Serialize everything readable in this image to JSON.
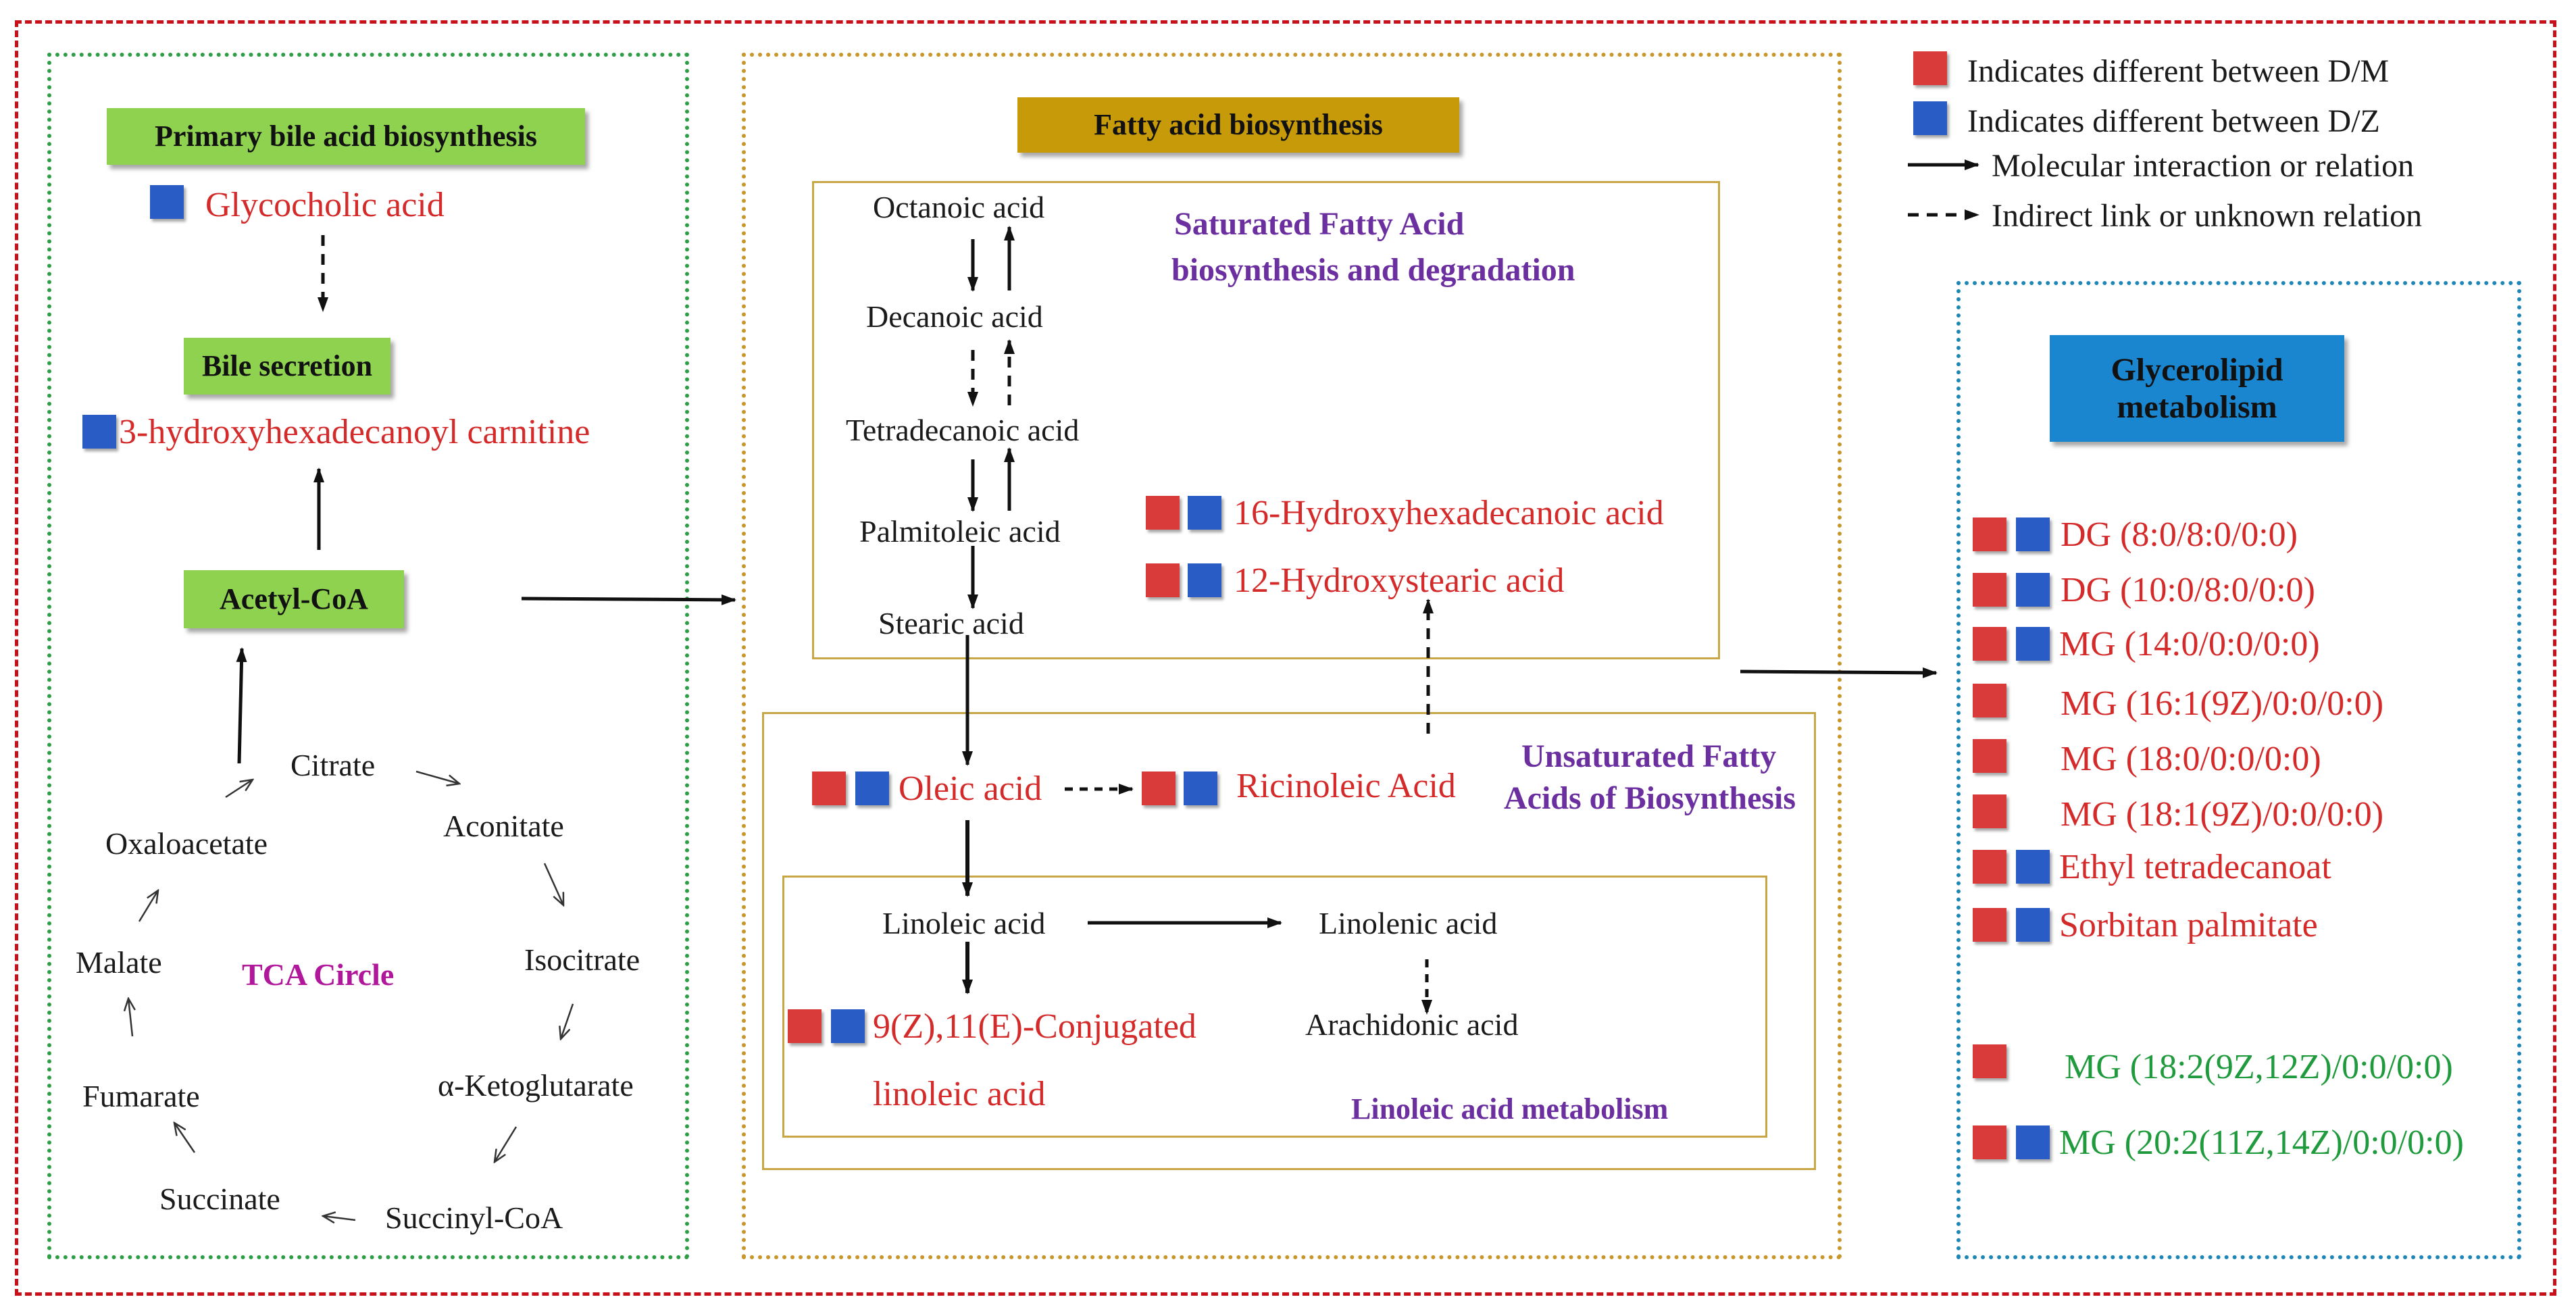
{
  "legend": {
    "red_marker": "Indicates different between D/M",
    "blue_marker": "Indicates different between D/Z",
    "solid_arrow": "Molecular interaction or relation",
    "dashed_arrow": "Indirect link or unknown relation"
  },
  "left_panel": {
    "primary_bile_header": "Primary bile acid biosynthesis",
    "glycocholic_acid": "Glycocholic acid",
    "bile_secretion_header": "Bile secretion",
    "hydroxyhexadecanoyl_carnitine": "3-hydroxyhexadecanoyl carnitine",
    "acetyl_coa": "Acetyl-CoA",
    "tca": {
      "title": "TCA Circle",
      "citrate": "Citrate",
      "aconitate": "Aconitate",
      "isocitrate": "Isocitrate",
      "ketoglutarate": "α-Ketoglutarate",
      "succinyl_coa": "Succinyl-CoA",
      "succinate": "Succinate",
      "fumarate": "Fumarate",
      "malate": "Malate",
      "oxaloacetate": "Oxaloacetate"
    }
  },
  "middle_panel": {
    "fatty_acid_header": "Fatty acid biosynthesis",
    "saturated_title_1": "Saturated Fatty Acid",
    "saturated_title_2": "biosynthesis and degradation",
    "octanoic": "Octanoic acid",
    "decanoic": "Decanoic acid",
    "tetradecanoic": "Tetradecanoic acid",
    "palmitoleic": "Palmitoleic acid",
    "stearic": "Stearic acid",
    "hydroxyhexadecanoic": "16-Hydroxyhexadecanoic acid",
    "hydroxystearic": "12-Hydroxystearic acid",
    "unsaturated_title_1": "Unsaturated Fatty",
    "unsaturated_title_2": "Acids of Biosynthesis",
    "oleic": "Oleic acid",
    "ricinoleic": "Ricinoleic Acid",
    "linoleic": "Linoleic acid",
    "linolenic": "Linolenic acid",
    "arachidonic": "Arachidonic acid",
    "conjugated_1": "9(Z),11(E)-Conjugated",
    "conjugated_2": "linoleic acid",
    "linoleic_metabolism": "Linoleic acid metabolism"
  },
  "right_panel": {
    "header_1": "Glycerolipid",
    "header_2": "metabolism",
    "items": [
      "DG (8:0/8:0/0:0)",
      "DG (10:0/8:0/0:0)",
      "MG (14:0/0:0/0:0)",
      "MG (16:1(9Z)/0:0/0:0)",
      "MG (18:0/0:0/0:0)",
      "MG (18:1(9Z)/0:0/0:0)",
      "Ethyl tetradecanoat",
      "Sorbitan palmitate",
      "MG (18:2(9Z,12Z)/0:0/0:0)",
      "MG (20:2(11Z,14Z)/0:0/0:0)"
    ]
  },
  "colors": {
    "red_marker": "#d93a3a",
    "blue_marker": "#2a5cc6",
    "metabolite_red": "#d42a2a",
    "metabolite_green": "#1f9a3c",
    "header_green": "#8fd24f",
    "header_gold": "#c79a0a",
    "header_blue": "#1a86d0"
  }
}
